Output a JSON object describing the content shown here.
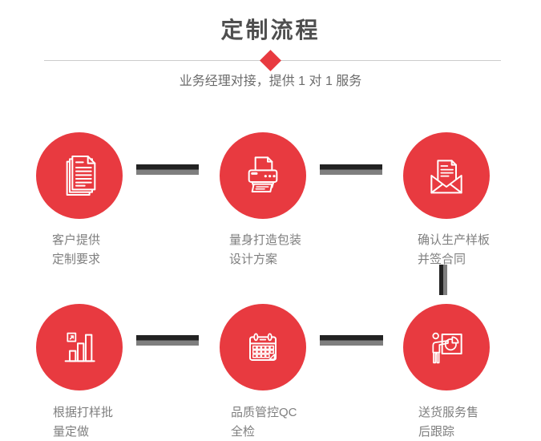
{
  "header": {
    "title": "定制流程",
    "subtitle": "业务经理对接，提供 1 对 1 服务"
  },
  "colors": {
    "accent_red": "#e83a40",
    "title_gray": "#4f4f4f",
    "subtitle_gray": "#6b6b6b",
    "label_gray": "#7f7f7f",
    "connector_dark": "#222222",
    "connector_light": "#7f7f7f",
    "divider_gray": "#cccccc",
    "icon_white": "#ffffff"
  },
  "steps": [
    {
      "icon": "documents-icon",
      "lines": [
        "客户提供",
        "定制要求"
      ]
    },
    {
      "icon": "printer-icon",
      "lines": [
        "量身打造包装",
        "设计方案"
      ]
    },
    {
      "icon": "envelope-icon",
      "lines": [
        "确认生产样板",
        "并签合同"
      ]
    },
    {
      "icon": "bar-chart-icon",
      "lines": [
        "根据打样批",
        "量定做"
      ]
    },
    {
      "icon": "calendar-icon",
      "lines": [
        "品质管控QC",
        "全检"
      ]
    },
    {
      "icon": "presenter-icon",
      "lines": [
        "送货服务售",
        "后跟踪"
      ]
    }
  ]
}
